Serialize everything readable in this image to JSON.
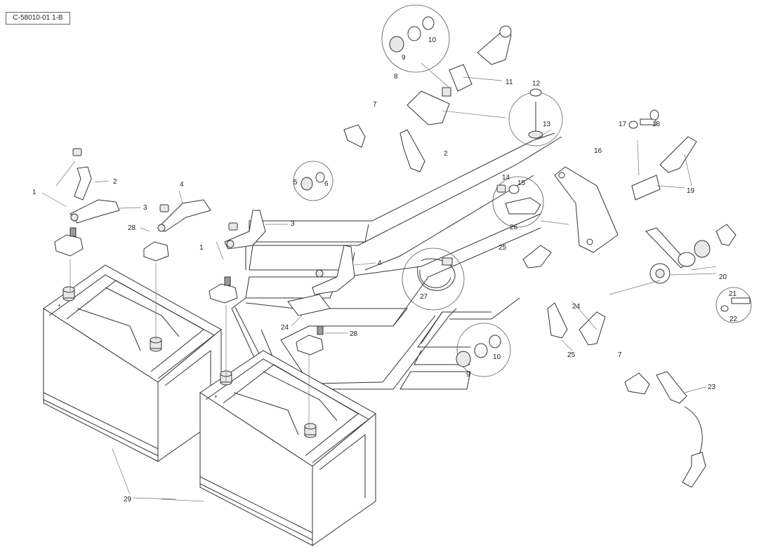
{
  "diagram": {
    "reference_code": "C-58010-01 1-B",
    "callouts": [
      {
        "id": "c9a",
        "text": "9"
      },
      {
        "id": "c10a",
        "text": "10"
      },
      {
        "id": "c11",
        "text": "11"
      },
      {
        "id": "c8",
        "text": "8"
      },
      {
        "id": "c12",
        "text": "12"
      },
      {
        "id": "c13",
        "text": "13"
      },
      {
        "id": "c7a",
        "text": "7"
      },
      {
        "id": "c2a",
        "text": "2"
      },
      {
        "id": "c17",
        "text": "17"
      },
      {
        "id": "c18",
        "text": "18"
      },
      {
        "id": "c16",
        "text": "16"
      },
      {
        "id": "c14",
        "text": "14"
      },
      {
        "id": "c15",
        "text": "15"
      },
      {
        "id": "c5",
        "text": "5"
      },
      {
        "id": "c6",
        "text": "6"
      },
      {
        "id": "c19",
        "text": "19"
      },
      {
        "id": "c2b",
        "text": "2"
      },
      {
        "id": "c1a",
        "text": "1"
      },
      {
        "id": "c4a",
        "text": "4"
      },
      {
        "id": "c3a",
        "text": "3"
      },
      {
        "id": "c26",
        "text": "26"
      },
      {
        "id": "c28a",
        "text": "28"
      },
      {
        "id": "c3b",
        "text": "3"
      },
      {
        "id": "c25a",
        "text": "25"
      },
      {
        "id": "c1b",
        "text": "1"
      },
      {
        "id": "c4b",
        "text": "4"
      },
      {
        "id": "c20",
        "text": "20"
      },
      {
        "id": "c27",
        "text": "27"
      },
      {
        "id": "c21",
        "text": "21"
      },
      {
        "id": "c22",
        "text": "22"
      },
      {
        "id": "c24a",
        "text": "24"
      },
      {
        "id": "c24b",
        "text": "24"
      },
      {
        "id": "c28b",
        "text": "28"
      },
      {
        "id": "c25b",
        "text": "25"
      },
      {
        "id": "c10b",
        "text": "10"
      },
      {
        "id": "c9b",
        "text": "9"
      },
      {
        "id": "c7b",
        "text": "7"
      },
      {
        "id": "c23",
        "text": "23"
      },
      {
        "id": "c29",
        "text": "29"
      }
    ]
  }
}
